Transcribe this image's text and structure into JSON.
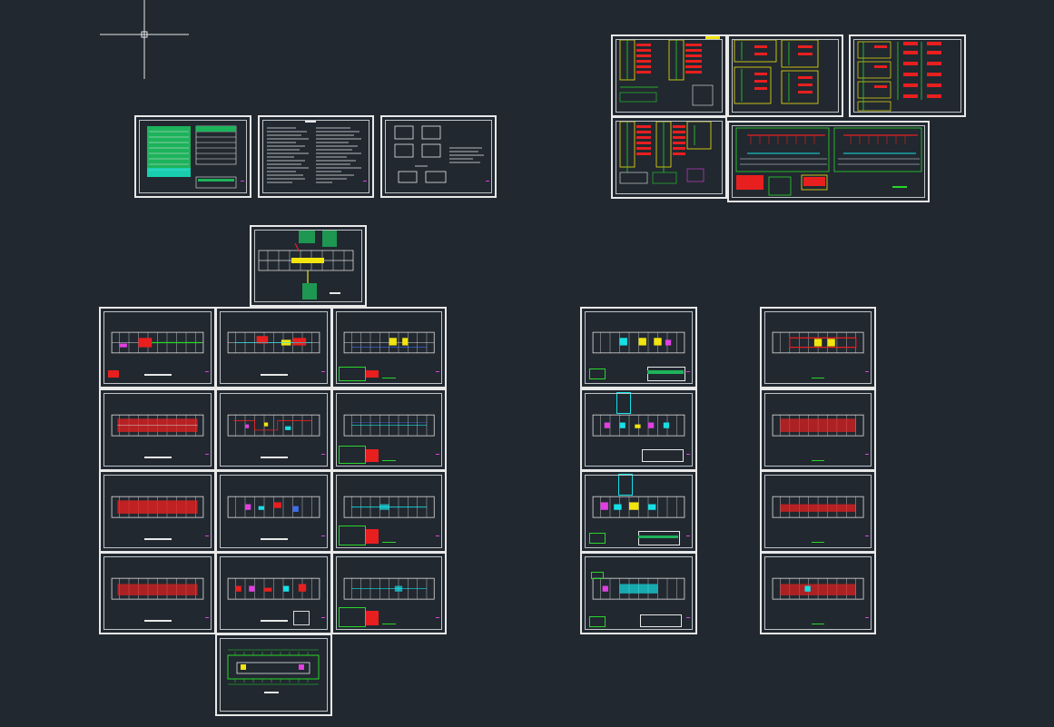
{
  "window": {
    "title": "",
    "background_color": "#212830"
  },
  "colors": {
    "sheet_border": "#e8e8e8",
    "wall": "#d8d8d8",
    "red": "#e81f1f",
    "green": "#29d629",
    "yellow": "#f2e40f",
    "cyan": "#16e0e6",
    "magenta": "#e040e0",
    "blue": "#3f6ff0",
    "table_green": "#1db35a"
  },
  "icons": {
    "crosshair": "crosshair-cursor-icon"
  },
  "sheets": [
    {
      "id": "cover-legend",
      "kind": "legend",
      "name": "sheet-legend-table"
    },
    {
      "id": "design-notes",
      "kind": "notes",
      "name": "sheet-design-notes"
    },
    {
      "id": "detail-notes",
      "kind": "details",
      "name": "sheet-detail-notes"
    },
    {
      "id": "riser-1",
      "kind": "schematic",
      "name": "sheet-distribution-schematic-1"
    },
    {
      "id": "riser-2",
      "kind": "schematic",
      "name": "sheet-distribution-schematic-2"
    },
    {
      "id": "riser-3",
      "kind": "schematic",
      "name": "sheet-distribution-schematic-3"
    },
    {
      "id": "riser-4",
      "kind": "schematic",
      "name": "sheet-distribution-schematic-4"
    },
    {
      "id": "system-diagram",
      "kind": "system",
      "name": "sheet-system-diagram"
    },
    {
      "id": "site-plan",
      "kind": "site",
      "name": "sheet-site-plan"
    },
    {
      "id": "plan-a1",
      "kind": "plan",
      "name": "sheet-floor-plan"
    },
    {
      "id": "plan-a2",
      "kind": "plan",
      "name": "sheet-floor-plan"
    },
    {
      "id": "plan-a3",
      "kind": "plan",
      "name": "sheet-floor-plan"
    },
    {
      "id": "plan-b1",
      "kind": "plan",
      "name": "sheet-floor-plan"
    },
    {
      "id": "plan-b2",
      "kind": "plan",
      "name": "sheet-floor-plan"
    },
    {
      "id": "plan-b3",
      "kind": "plan",
      "name": "sheet-floor-plan"
    },
    {
      "id": "plan-c1",
      "kind": "plan",
      "name": "sheet-floor-plan"
    },
    {
      "id": "plan-c2",
      "kind": "plan",
      "name": "sheet-floor-plan"
    },
    {
      "id": "plan-c3",
      "kind": "plan",
      "name": "sheet-floor-plan"
    },
    {
      "id": "plan-d1",
      "kind": "plan",
      "name": "sheet-floor-plan"
    },
    {
      "id": "plan-d2",
      "kind": "plan",
      "name": "sheet-floor-plan"
    },
    {
      "id": "plan-d3",
      "kind": "plan",
      "name": "sheet-floor-plan"
    },
    {
      "id": "roof-plan",
      "kind": "roof",
      "name": "sheet-roof-plan"
    },
    {
      "id": "plan-e1",
      "kind": "plan",
      "name": "sheet-floor-plan"
    },
    {
      "id": "plan-e2",
      "kind": "plan",
      "name": "sheet-floor-plan"
    },
    {
      "id": "plan-e3",
      "kind": "plan",
      "name": "sheet-floor-plan"
    },
    {
      "id": "plan-e4",
      "kind": "plan",
      "name": "sheet-floor-plan"
    },
    {
      "id": "plan-f1",
      "kind": "plan",
      "name": "sheet-floor-plan"
    },
    {
      "id": "plan-f2",
      "kind": "plan",
      "name": "sheet-floor-plan"
    },
    {
      "id": "plan-f3",
      "kind": "plan",
      "name": "sheet-floor-plan"
    },
    {
      "id": "plan-f4",
      "kind": "plan",
      "name": "sheet-floor-plan"
    }
  ]
}
